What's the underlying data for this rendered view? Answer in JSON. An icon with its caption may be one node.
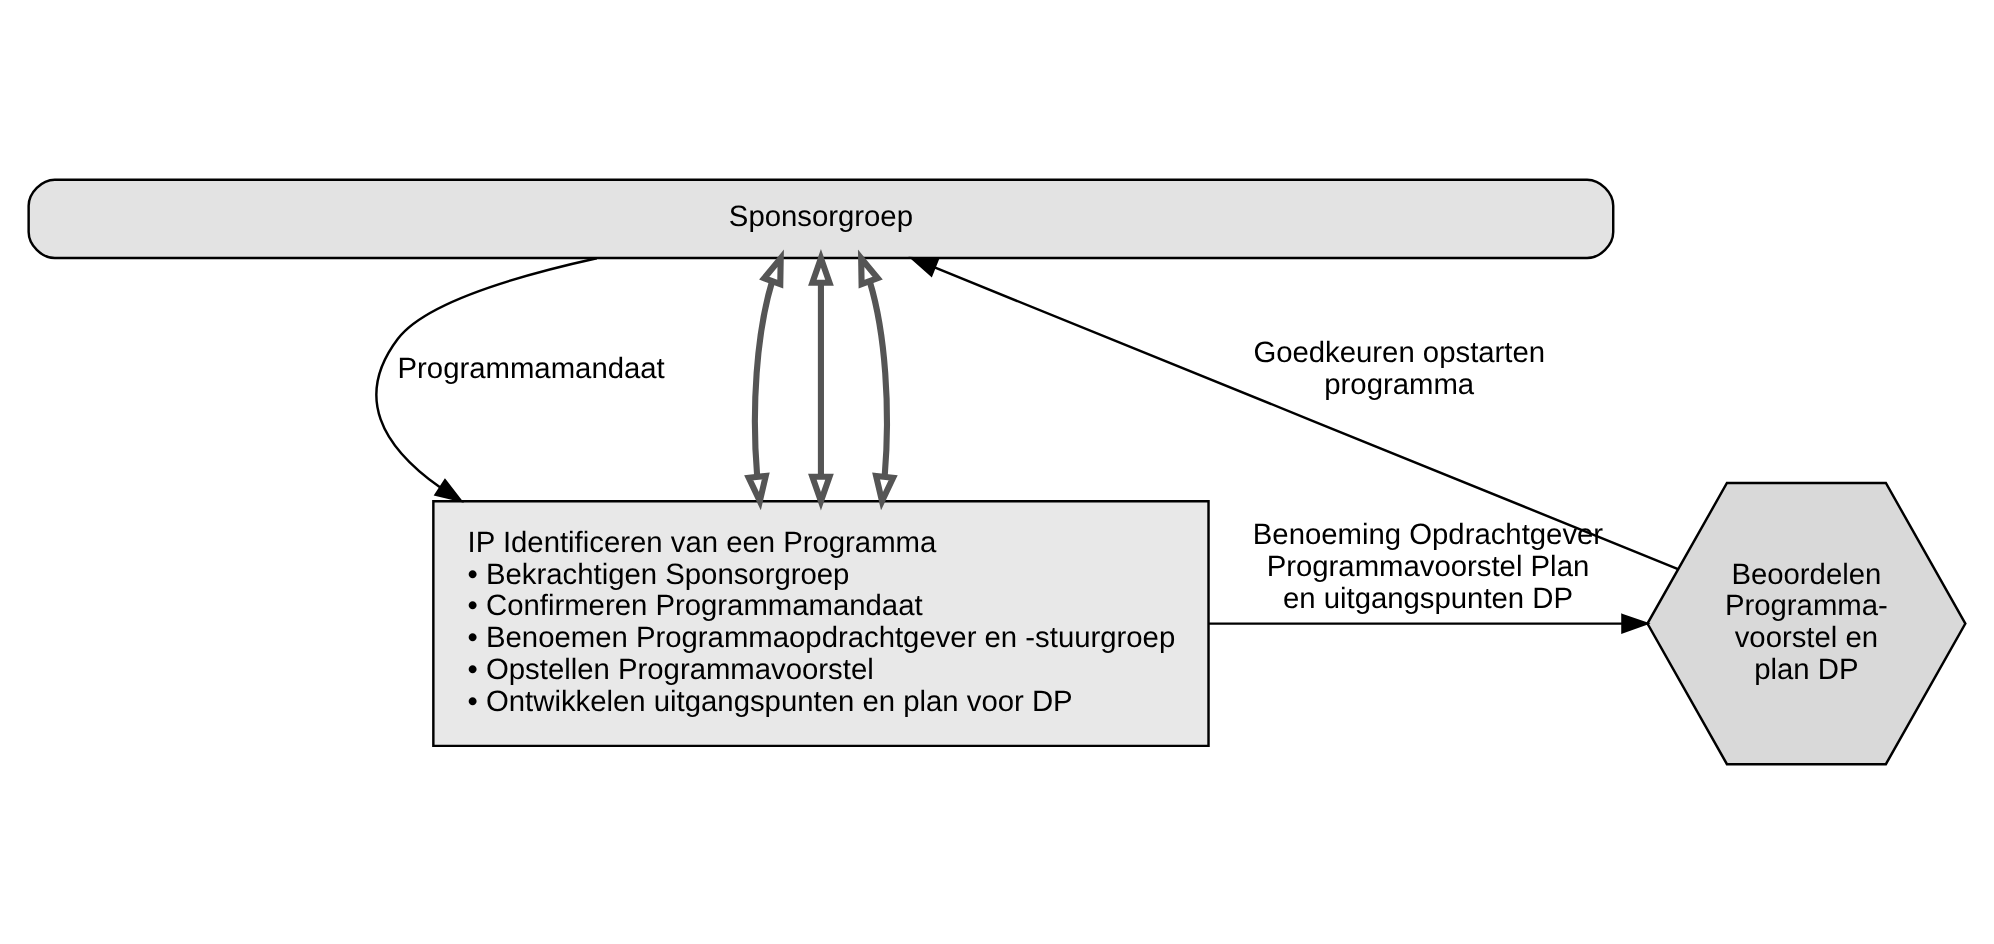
{
  "diagram": {
    "nodes": [
      {
        "text": [
          "Sponsorgroep"
        ]
      },
      {
        "text": [
          "IP Identificeren van een Programma",
          "• Bekrachtigen Sponsorgroep",
          "• Confirmeren Programmamandaat",
          "• Benoemen Programmaopdrachtgever en -stuurgroep",
          "• Opstellen Programmavoorstel",
          "• Ontwikkelen uitgangspunten en plan voor DP"
        ]
      },
      {
        "text": [
          "Beoordelen Programma- voorstel en plan DP"
        ]
      }
    ],
    "edges": [
      {
        "from": 0,
        "to": 1,
        "arrow": "to",
        "label": "Programmamandaat"
      },
      {
        "from": 1,
        "to": 0,
        "arrow": "both",
        "style": "thick"
      },
      {
        "from": 1,
        "to": 0,
        "arrow": "both",
        "style": "thick"
      },
      {
        "from": 1,
        "to": 0,
        "arrow": "both",
        "style": "thick"
      },
      {
        "from": 1,
        "to": 2,
        "arrow": "to",
        "label": "Benoeming Opdrachtgever Programmavoorstel Plan en uitgangspunten DP"
      },
      {
        "from": 2,
        "to": 0,
        "arrow": "to",
        "label": "Goedkeuren opstarten programma"
      }
    ]
  }
}
